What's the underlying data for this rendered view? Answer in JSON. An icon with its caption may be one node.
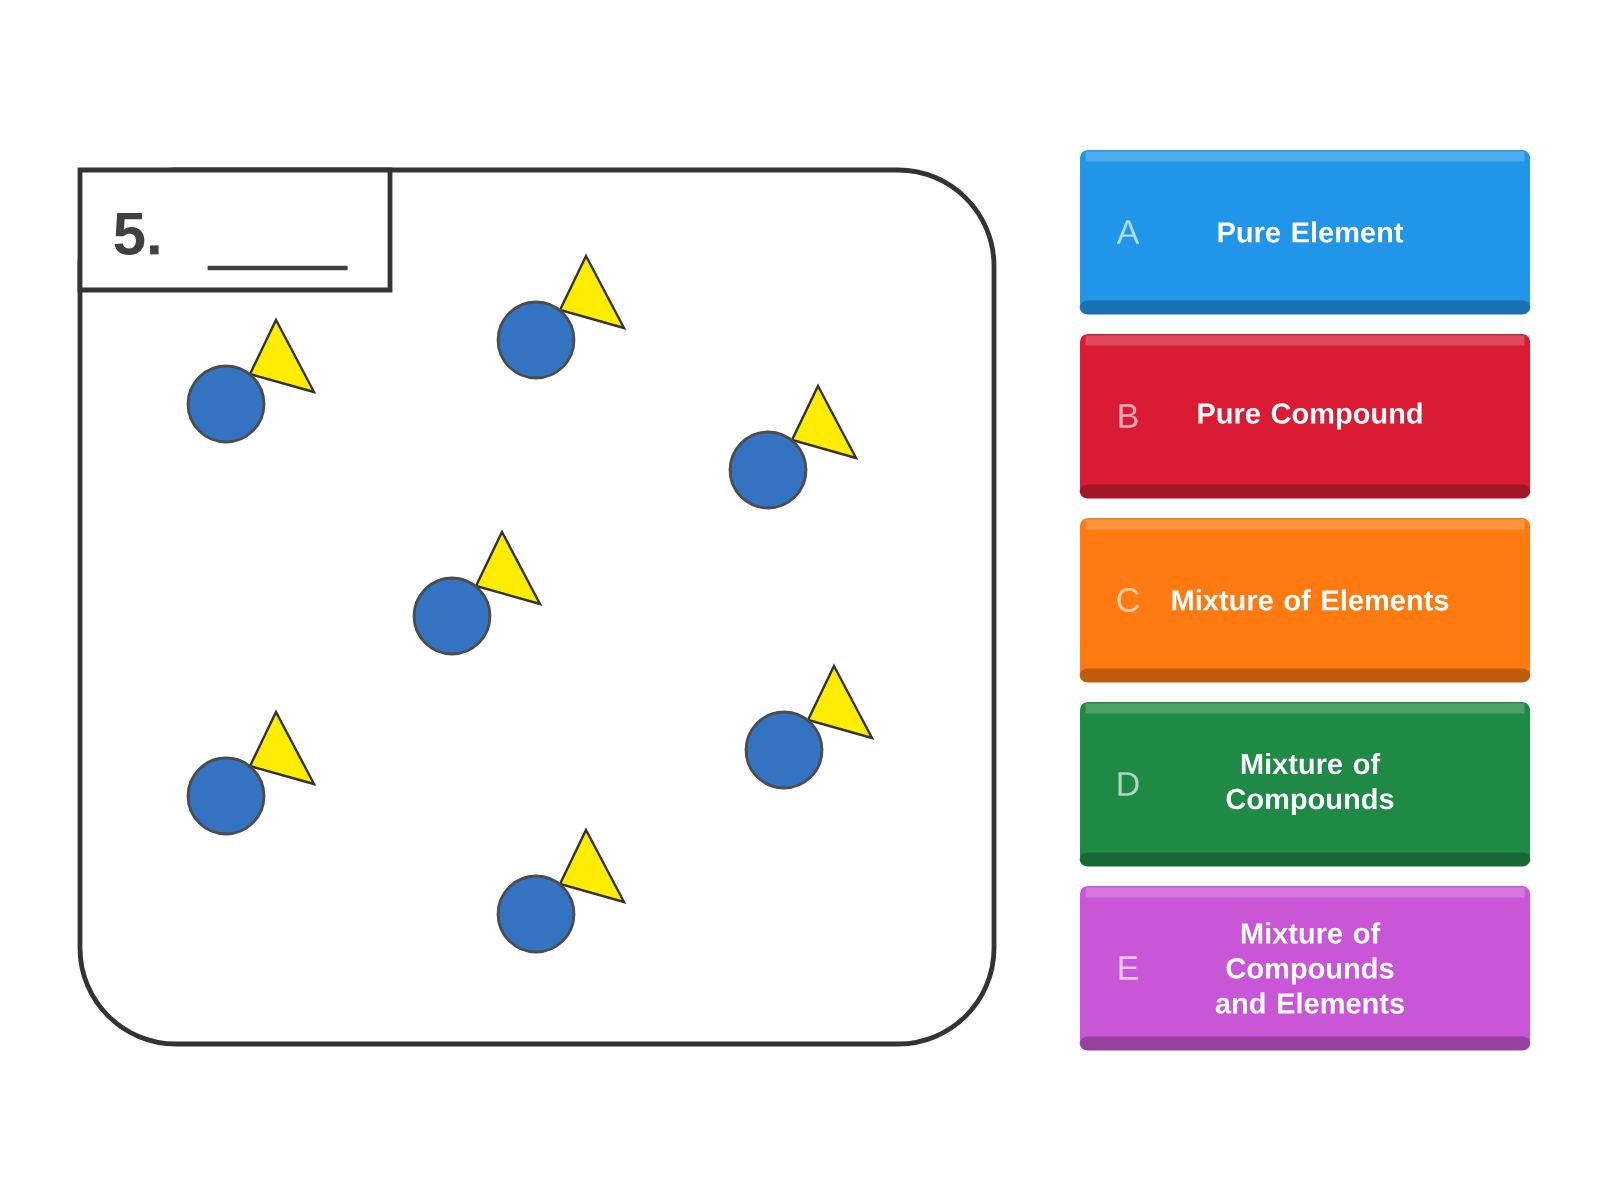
{
  "diagram": {
    "nodes": [
      {
        "text": [],
        "shape": "box"
      },
      {
        "text": [
          "5."
        ],
        "in": 0
      },
      {
        "text": [
          "A",
          "Pure Element"
        ]
      },
      {
        "text": [
          "B",
          "Pure Compound"
        ]
      },
      {
        "text": [
          "C",
          "Mixture of Elements"
        ]
      },
      {
        "text": [
          "D",
          "Mixture of Compounds"
        ]
      },
      {
        "text": [
          "E",
          "Mixture of Compounds and Elements"
        ]
      }
    ]
  }
}
